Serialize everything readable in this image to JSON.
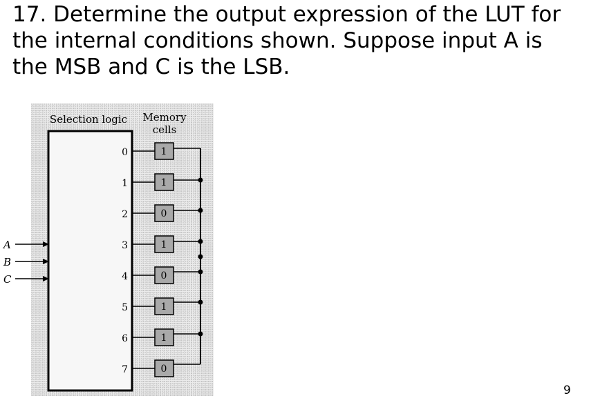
{
  "question": {
    "lines": [
      "17. Determine the output expression of the LUT for",
      "the internal conditions shown. Suppose input A is",
      "the MSB and C is the LSB."
    ]
  },
  "diagram": {
    "selection_logic_label": "Selection logic",
    "memory_cells_label": [
      "Memory",
      "cells"
    ],
    "inputs": [
      "A",
      "B",
      "C"
    ],
    "addresses": [
      "0",
      "1",
      "2",
      "3",
      "4",
      "5",
      "6",
      "7"
    ],
    "cells": [
      "1",
      "1",
      "0",
      "1",
      "0",
      "1",
      "1",
      "0"
    ]
  },
  "page_number": "9"
}
